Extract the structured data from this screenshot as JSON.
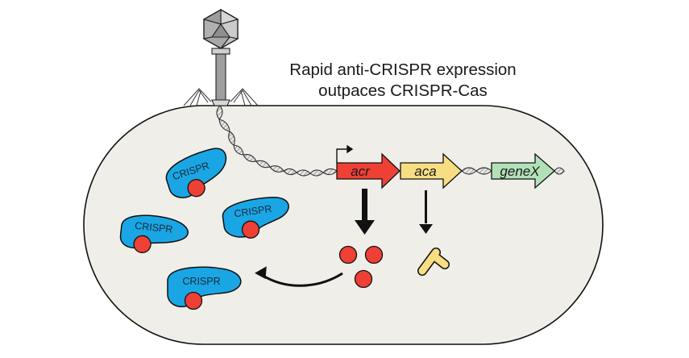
{
  "figure": {
    "title_lines": [
      "Rapid anti-CRISPR expression",
      "outpaces CRISPR-Cas"
    ],
    "colors": {
      "cell_fill": "#efeee8",
      "outline": "#111111",
      "crispr_protein": "#1aa6e4",
      "acr_protein": "#ee4035",
      "acr_gene": "#ee4035",
      "aca_gene": "#f8de83",
      "aca_protein": "#f8de83",
      "geneX": "#b2e1b7",
      "phage_gray": "#a8a8a8",
      "dna_gray": "#9a9a9a"
    },
    "genes": [
      {
        "name": "acr",
        "color_key": "acr_gene"
      },
      {
        "name": "aca",
        "color_key": "aca_gene"
      },
      {
        "name": "geneX",
        "color_key": "geneX"
      }
    ],
    "crispr_complexes": [
      {
        "label": "CRISPR",
        "bound_acr": true
      },
      {
        "label": "CRISPR",
        "bound_acr": true
      },
      {
        "label": "CRISPR",
        "bound_acr": true
      },
      {
        "label": "CRISPR",
        "bound_acr": true
      }
    ],
    "acr_protein_count": 3,
    "arrows": [
      {
        "from": "acr",
        "to": "acr-proteins",
        "weight": "thick"
      },
      {
        "from": "aca",
        "to": "aca-protein",
        "weight": "thin"
      },
      {
        "from": "acr-proteins",
        "to": "crispr-complexes",
        "weight": "curved"
      }
    ],
    "promoter": "acr"
  }
}
